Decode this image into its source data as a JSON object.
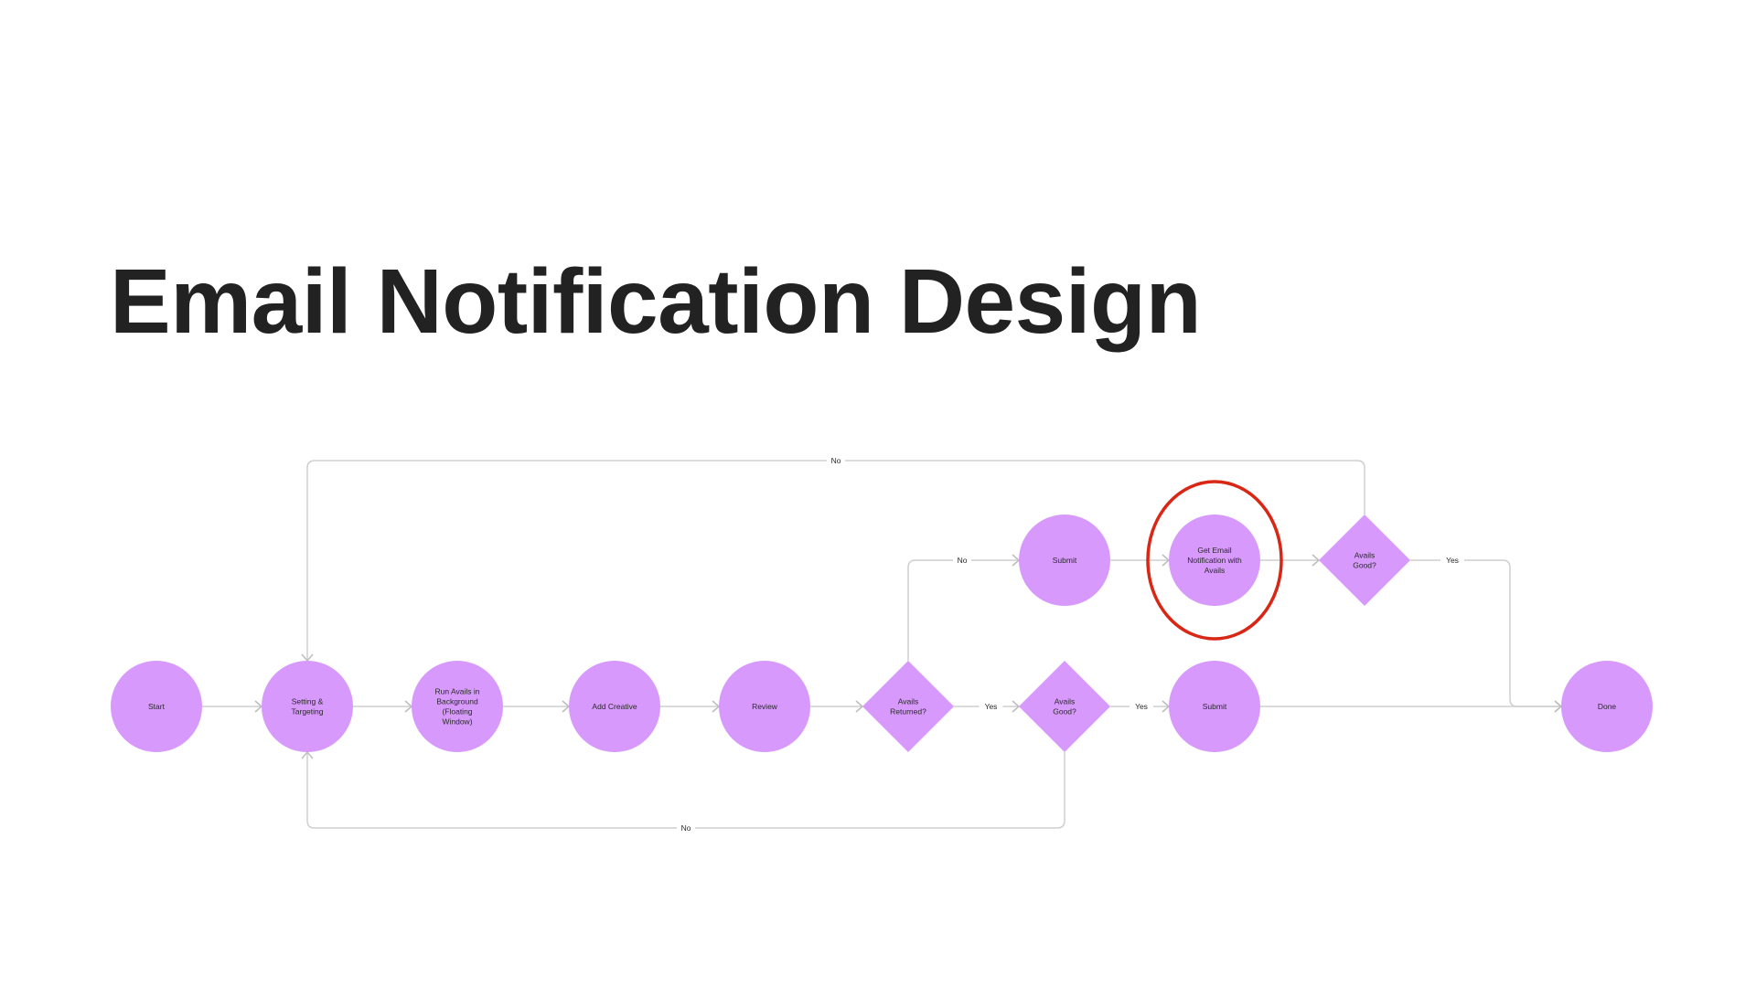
{
  "title": "Email Notification Design",
  "colors": {
    "node_fill": "#d799fb",
    "edge_stroke": "#cfcfcf",
    "highlight_stroke": "#d92716",
    "title_text": "#222222"
  },
  "diagram": {
    "type": "flowchart",
    "nodes": [
      {
        "id": "start",
        "shape": "circle",
        "lines": [
          "Start"
        ]
      },
      {
        "id": "setting",
        "shape": "circle",
        "lines": [
          "Setting &",
          "Targeting"
        ]
      },
      {
        "id": "runavails",
        "shape": "circle",
        "lines": [
          "Run Avails in",
          "Background",
          "(Floating",
          "Window)"
        ]
      },
      {
        "id": "addcreative",
        "shape": "circle",
        "lines": [
          "Add Creative"
        ]
      },
      {
        "id": "review",
        "shape": "circle",
        "lines": [
          "Review"
        ]
      },
      {
        "id": "returned",
        "shape": "diamond",
        "lines": [
          "Avails",
          "Returned?"
        ]
      },
      {
        "id": "good1",
        "shape": "diamond",
        "lines": [
          "Avails",
          "Good?"
        ]
      },
      {
        "id": "submit1",
        "shape": "circle",
        "lines": [
          "Submit"
        ]
      },
      {
        "id": "done",
        "shape": "circle",
        "lines": [
          "Done"
        ]
      },
      {
        "id": "submit2",
        "shape": "circle",
        "lines": [
          "Submit"
        ]
      },
      {
        "id": "email",
        "shape": "circle",
        "lines": [
          "Get Email",
          "Notification with",
          "Avails"
        ],
        "highlighted": true
      },
      {
        "id": "good2",
        "shape": "diamond",
        "lines": [
          "Avails",
          "Good?"
        ]
      }
    ],
    "edges": [
      {
        "id": "e1",
        "from": "start",
        "to": "setting",
        "label": ""
      },
      {
        "id": "e2",
        "from": "setting",
        "to": "runavails",
        "label": ""
      },
      {
        "id": "e3",
        "from": "runavails",
        "to": "addcreative",
        "label": ""
      },
      {
        "id": "e4",
        "from": "addcreative",
        "to": "review",
        "label": ""
      },
      {
        "id": "e5",
        "from": "review",
        "to": "returned",
        "label": ""
      },
      {
        "id": "e6",
        "from": "returned",
        "to": "good1",
        "label": "Yes"
      },
      {
        "id": "e7",
        "from": "good1",
        "to": "submit1",
        "label": "Yes"
      },
      {
        "id": "e8",
        "from": "submit1",
        "to": "done",
        "label": ""
      },
      {
        "id": "e9",
        "from": "returned",
        "to": "submit2",
        "label": "No"
      },
      {
        "id": "e10",
        "from": "submit2",
        "to": "email",
        "label": ""
      },
      {
        "id": "e11",
        "from": "email",
        "to": "good2",
        "label": ""
      },
      {
        "id": "e12",
        "from": "good2",
        "to": "done",
        "label": "Yes"
      },
      {
        "id": "e13",
        "from": "good2",
        "to": "setting",
        "label": "No"
      },
      {
        "id": "e14",
        "from": "good1",
        "to": "setting",
        "label": "No"
      }
    ]
  }
}
